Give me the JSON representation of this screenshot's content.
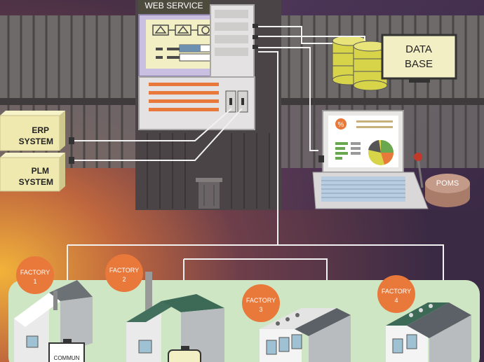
{
  "web_service": {
    "label": "WEB SERVICE"
  },
  "database": {
    "label_line1": "DATA",
    "label_line2": "BASE"
  },
  "erp": {
    "label_line1": "ERP",
    "label_line2": "SYSTEM"
  },
  "plm": {
    "label_line1": "PLM",
    "label_line2": "SYSTEM"
  },
  "poms": {
    "label": "POMS"
  },
  "dashboard": {
    "percent_icon": "%"
  },
  "factories": [
    {
      "label_line1": "FACTORY",
      "label_line2": "1"
    },
    {
      "label_line1": "FACTORY",
      "label_line2": "2"
    },
    {
      "label_line1": "FACTORY",
      "label_line2": "3"
    },
    {
      "label_line1": "FACTORY",
      "label_line2": "4"
    }
  ],
  "device": {
    "label": "COMMUN"
  },
  "colors": {
    "orange": "#e8793a",
    "lavender": "#d6cde6",
    "cream": "#f3efc4",
    "yellow_green": "#d8d44a",
    "ground": "#cfe6c4",
    "dark_frame": "#7a7472"
  }
}
